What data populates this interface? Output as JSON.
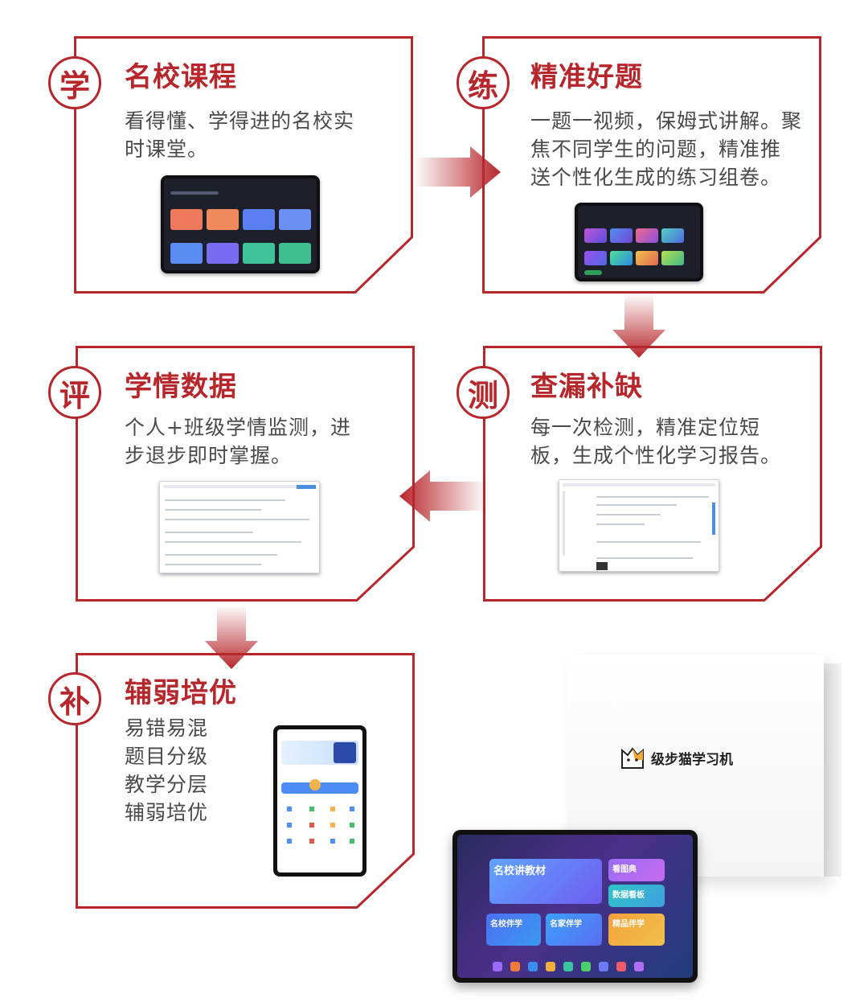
{
  "cards": [
    {
      "badge": "学",
      "title": "名校课程",
      "lines": [
        "看得懂、学得进的名校实",
        "时课堂。"
      ]
    },
    {
      "badge": "练",
      "title": "精准好题",
      "lines": [
        "一题一视频，保姆式讲解。聚",
        "焦不同学生的问题，精准推",
        "送个性化生成的练习组卷。"
      ]
    },
    {
      "badge": "评",
      "title": "学情数据",
      "lines": [
        "个人+班级学情监测，进",
        "步退步即时掌握。"
      ]
    },
    {
      "badge": "测",
      "title": "查漏补缺",
      "lines": [
        "每一次检测，精准定位短",
        "板，生成个性化学习报告。"
      ]
    },
    {
      "badge": "补",
      "title": "辅弱培优",
      "lines": [
        "易错易混",
        "题目分级",
        "教学分层",
        "辅弱培优"
      ]
    }
  ],
  "product": {
    "brand": "级步猫学习机",
    "tablet_cards": [
      "名校讲教材",
      "看图典",
      "数据看板",
      "名校伴学",
      "名家伴学",
      "精品伴学"
    ]
  },
  "colors": {
    "accent": "#b7262b",
    "frame": "#b7262b"
  }
}
